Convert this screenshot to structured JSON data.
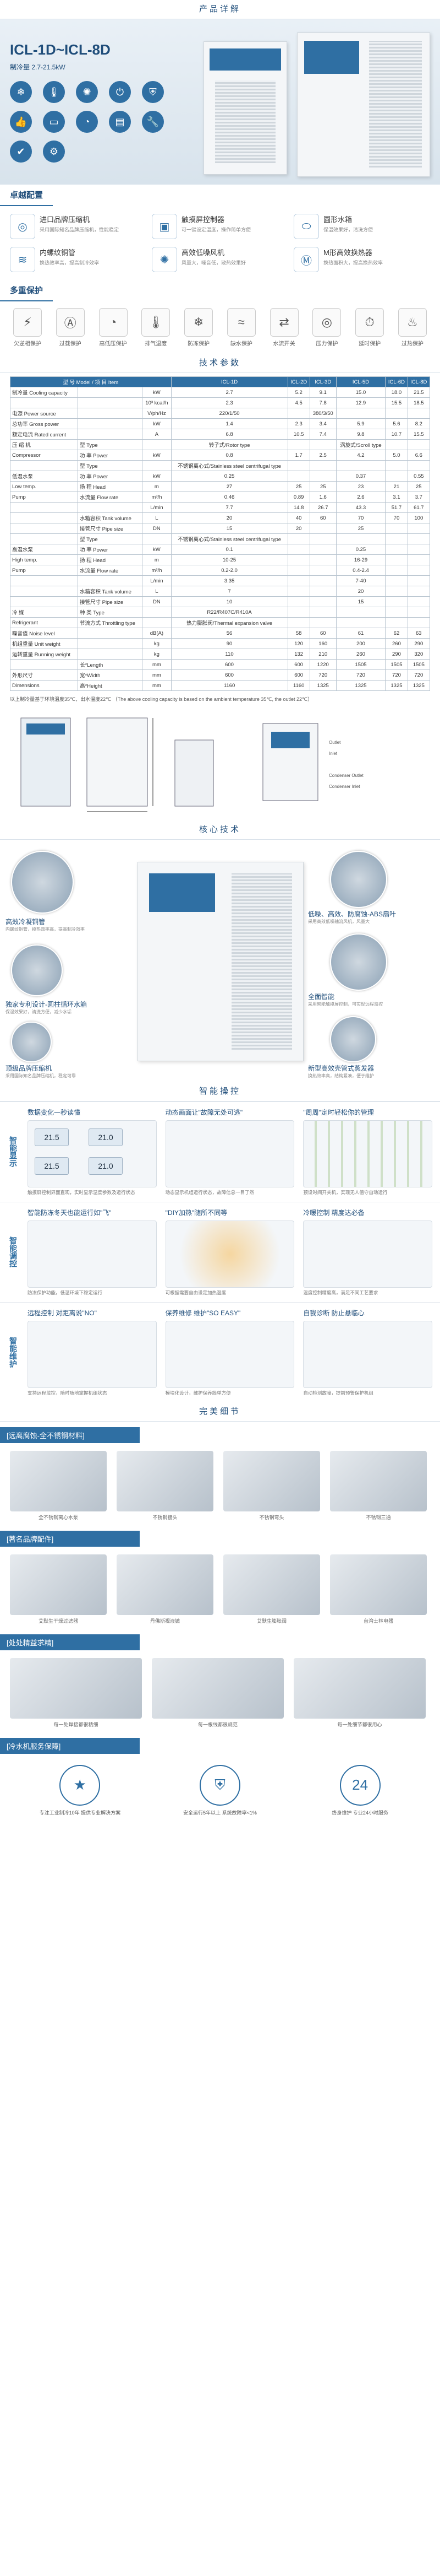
{
  "header": {
    "title": "产品详解"
  },
  "hero": {
    "model": "ICL-1D~ICL-8D",
    "subtitle": "制冷量 2.7-21.5kW",
    "icons": [
      "snowflake-icon",
      "thermometer-icon",
      "fan-icon",
      "power-icon",
      "shield-icon",
      "thumb-icon",
      "screen-icon",
      "gauge-icon",
      "filter-icon",
      "wrench-icon",
      "cert-icon",
      "setting-icon"
    ]
  },
  "features": {
    "title": "卓越配置",
    "items": [
      {
        "title": "进口品牌压缩机",
        "desc": "采用国际知名品牌压缩机，性能稳定"
      },
      {
        "title": "触摸屏控制器",
        "desc": "可一键设定温度，操作简单方便"
      },
      {
        "title": "圆形水箱",
        "desc": "保温效果好，清洗方便"
      },
      {
        "title": "内螺纹铜管",
        "desc": "换热效率高，提高制冷效率"
      },
      {
        "title": "高效低噪风机",
        "desc": "风量大，噪音低，散热效果好"
      },
      {
        "title": "M形高效换热器",
        "desc": "换热面积大，提高换热效率"
      }
    ]
  },
  "protection": {
    "title": "多重保护",
    "items": [
      "欠逆相保护",
      "过载保护",
      "高低压保护",
      "排气温度",
      "防冻保护",
      "缺水保护",
      "水流开关",
      "压力保护",
      "延时保护",
      "过热保护"
    ]
  },
  "specs": {
    "title": "技术参数",
    "model_label": "型  号 Model",
    "item_label": "项  目 Item",
    "models": [
      "ICL-1D",
      "ICL-2D",
      "ICL-3D",
      "ICL-5D",
      "ICL-6D",
      "ICL-8D"
    ],
    "rows": [
      {
        "a": "制冷量 Cooling capacity",
        "b": "",
        "u": "kW",
        "v": [
          "2.7",
          "5.2",
          "9.1",
          "15.0",
          "18.0",
          "21.5"
        ]
      },
      {
        "a": "",
        "b": "",
        "u": "10³ kcal/h",
        "v": [
          "2.3",
          "4.5",
          "7.8",
          "12.9",
          "15.5",
          "18.5"
        ]
      },
      {
        "a": "电源 Power source",
        "b": "",
        "u": "V/ph/Hz",
        "v": [
          "220/1/50",
          "",
          "380/3/50",
          "",
          "",
          ""
        ]
      },
      {
        "a": "总功率 Gross power",
        "b": "",
        "u": "kW",
        "v": [
          "1.4",
          "2.3",
          "3.4",
          "5.9",
          "5.6",
          "8.2"
        ]
      },
      {
        "a": "额定电流 Rated current",
        "b": "",
        "u": "A",
        "v": [
          "6.8",
          "10.5",
          "7.4",
          "9.8",
          "10.7",
          "15.5"
        ]
      },
      {
        "a": "压 缩 机",
        "b": "型 Type",
        "u": "",
        "v": [
          "转子式/Rotor type",
          "",
          "",
          "涡旋式/Scroll type",
          "",
          ""
        ]
      },
      {
        "a": "Compressor",
        "b": "功 率 Power",
        "u": "kW",
        "v": [
          "0.8",
          "1.7",
          "2.5",
          "4.2",
          "5.0",
          "6.6"
        ]
      },
      {
        "a": "",
        "b": "型 Type",
        "u": "",
        "v": [
          "不锈钢离心式/Stainless steel centrifugal type",
          "",
          "",
          "",
          "",
          ""
        ]
      },
      {
        "a": "低温水泵",
        "b": "功 率 Power",
        "u": "kW",
        "v": [
          "0.25",
          "",
          "",
          "0.37",
          "",
          "0.55"
        ]
      },
      {
        "a": "Low temp.",
        "b": "扬 程 Head",
        "u": "m",
        "v": [
          "27",
          "25",
          "25",
          "23",
          "21",
          "25"
        ]
      },
      {
        "a": "Pump",
        "b": "水流量  Flow rate",
        "u": "m³/h",
        "v": [
          "0.46",
          "0.89",
          "1.6",
          "2.6",
          "3.1",
          "3.7"
        ]
      },
      {
        "a": "",
        "b": "",
        "u": "L/min",
        "v": [
          "7.7",
          "14.8",
          "26.7",
          "43.3",
          "51.7",
          "61.7"
        ]
      },
      {
        "a": "",
        "b": "水箱容积 Tank volume",
        "u": "L",
        "v": [
          "20",
          "40",
          "60",
          "70",
          "70",
          "100"
        ]
      },
      {
        "a": "",
        "b": "接管尺寸 Pipe size",
        "u": "DN",
        "v": [
          "15",
          "20",
          "",
          "25",
          "",
          ""
        ]
      },
      {
        "a": "",
        "b": "型 Type",
        "u": "",
        "v": [
          "不锈钢离心式/Stainless steel centrifugal type",
          "",
          "",
          "",
          "",
          ""
        ]
      },
      {
        "a": "高温水泵",
        "b": "功 率 Power",
        "u": "kW",
        "v": [
          "0.1",
          "",
          "",
          "0.25",
          "",
          ""
        ]
      },
      {
        "a": "High temp.",
        "b": "扬 程 Head",
        "u": "m",
        "v": [
          "10-25",
          "",
          "",
          "16-29",
          "",
          ""
        ]
      },
      {
        "a": "Pump",
        "b": "水流量  Flow rate",
        "u": "m³/h",
        "v": [
          "0.2-2.0",
          "",
          "",
          "0.4-2.4",
          "",
          ""
        ]
      },
      {
        "a": "",
        "b": "",
        "u": "L/min",
        "v": [
          "3.35",
          "",
          "",
          "7-40",
          "",
          ""
        ]
      },
      {
        "a": "",
        "b": "水箱容积 Tank volume",
        "u": "L",
        "v": [
          "7",
          "",
          "",
          "20",
          "",
          ""
        ]
      },
      {
        "a": "",
        "b": "接管尺寸 Pipe size",
        "u": "DN",
        "v": [
          "10",
          "",
          "",
          "15",
          "",
          ""
        ]
      },
      {
        "a": "冷 媒",
        "b": "种 类 Type",
        "u": "",
        "v": [
          "R22/R407C/R410A",
          "",
          "",
          "",
          "",
          ""
        ]
      },
      {
        "a": "Refrigerant",
        "b": "节流方式 Throttling type",
        "u": "",
        "v": [
          "热力膨胀阀/Thermal expansion valve",
          "",
          "",
          "",
          "",
          ""
        ]
      },
      {
        "a": "噪音值 Noise level",
        "b": "",
        "u": "dB(A)",
        "v": [
          "56",
          "58",
          "60",
          "61",
          "62",
          "63"
        ]
      },
      {
        "a": "机组重量 Unit weight",
        "b": "",
        "u": "kg",
        "v": [
          "90",
          "120",
          "160",
          "200",
          "260",
          "290"
        ]
      },
      {
        "a": "运转重量 Running weight",
        "b": "",
        "u": "kg",
        "v": [
          "110",
          "132",
          "210",
          "260",
          "290",
          "320"
        ]
      },
      {
        "a": "",
        "b": "长*Length",
        "u": "mm",
        "v": [
          "600",
          "600",
          "1220",
          "1505",
          "1505",
          "1505"
        ]
      },
      {
        "a": "外形尺寸",
        "b": "宽*Width",
        "u": "mm",
        "v": [
          "600",
          "600",
          "720",
          "720",
          "720",
          "720"
        ]
      },
      {
        "a": "Dimensions",
        "b": "高*Height",
        "u": "mm",
        "v": [
          "1160",
          "1160",
          "1325",
          "1325",
          "1325",
          "1325"
        ]
      }
    ],
    "note": "以上制冷量基于环境温度35℃，出水温度22℃  （The above cooling capacity is based on the ambient temperature 35℃, the outlet 22℃）"
  },
  "dimensions": {
    "outlet": "Outlet",
    "inlet": "Inlet",
    "condenser_outlet": "Condenser Outlet",
    "condenser_inlet": "Condenser Inlet"
  },
  "core": {
    "title": "核心技术",
    "callouts": [
      {
        "t": "高效冷凝铜管",
        "d": "内螺纹铜管，换热效率高，提高制冷效率"
      },
      {
        "t": "独家专利设计-圆柱循环水箱",
        "d": "保温效果好，清洗方便，减少水垢"
      },
      {
        "t": "顶级品牌压缩机",
        "d": "采用国际知名品牌压缩机，稳定可靠"
      },
      {
        "t": "低噪、高效、防腐蚀-ABS扇叶",
        "d": "采用高效低噪轴流风机，风量大"
      },
      {
        "t": "全面智能",
        "d": "采用智能触摸屏控制，可实现远程监控"
      },
      {
        "t": "新型高效壳管式蒸发器",
        "d": "换热效率高，结构紧凑，便于维护"
      }
    ]
  },
  "smart": {
    "title": "智能操控",
    "rows": [
      {
        "side": "智能显示",
        "boxes": [
          {
            "h": "数据变化一秒读懂",
            "p": "触摸屏控制界面直观，实时显示温度参数及运行状态"
          },
          {
            "h": "动态画面让\"故障无处可逃\"",
            "p": "动态显示机组运行状态，故障信息一目了然"
          },
          {
            "h": "\"周周\"定时轻松你的管理",
            "p": "预设时间开关机，实现无人值守自动运行"
          }
        ],
        "lcd": [
          "21.5",
          "21.0",
          "21.5",
          "21.0"
        ]
      },
      {
        "side": "智能调控",
        "boxes": [
          {
            "h": "智能防冻冬天也能运行如\"飞\"",
            "p": "防冻保护功能，低温环境下稳定运行"
          },
          {
            "h": "\"DIY加热\"随所不同等",
            "p": "可根据需要自由设定加热温度"
          },
          {
            "h": "冷暖控制 精度达必备",
            "p": "温度控制精度高，满足不同工艺要求"
          }
        ]
      },
      {
        "side": "智能维护",
        "boxes": [
          {
            "h": "远程控制 对距离说\"NO\"",
            "p": "支持远程监控，随时随地掌握机组状态"
          },
          {
            "h": "保养维修 维护\"SO EASY\"",
            "p": "模块化设计，维护保养简单方便"
          },
          {
            "h": "自我诊断 防止悬临心",
            "p": "自动检测故障，提前预警保护机组"
          }
        ]
      }
    ]
  },
  "details": {
    "title": "完美细节",
    "groups": [
      {
        "h": "[远离腐蚀-全不锈钢材料]",
        "items": [
          "全不锈钢离心水泵",
          "不锈钢接头",
          "不锈钢弯头",
          "不锈钢三通"
        ]
      },
      {
        "h": "[著名品牌配件]",
        "items": [
          "艾默生干燥过滤器",
          "丹佛斯视液镜",
          "艾默生膨胀阀",
          "台湾士林电器"
        ]
      },
      {
        "h": "[处处精益求精]",
        "items": [
          "每一处焊接都很精细",
          "每一根线都很规范",
          "每一处细节都很用心"
        ]
      }
    ]
  },
  "service": {
    "title": "[冷水机服务保障]",
    "items": [
      "专注工业制冷10年 提供专业解决方案",
      "安全运行5年以上 系统故障率<1%",
      "终身维护 专业24小时服务"
    ]
  }
}
